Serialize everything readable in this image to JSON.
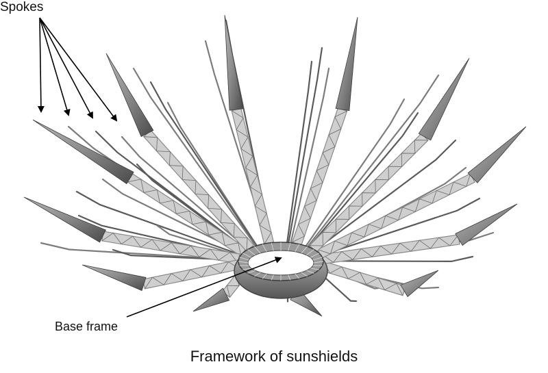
{
  "labels": {
    "spokes": "Spokes",
    "base_frame": "Base frame"
  },
  "caption": "Framework of sunshields",
  "colors": {
    "spoke_light": "#a6a6a6",
    "spoke_dark": "#4e4e4e",
    "truss": "#8a8a8a",
    "ring": "#7a7a7a",
    "arrow": "#000000"
  }
}
